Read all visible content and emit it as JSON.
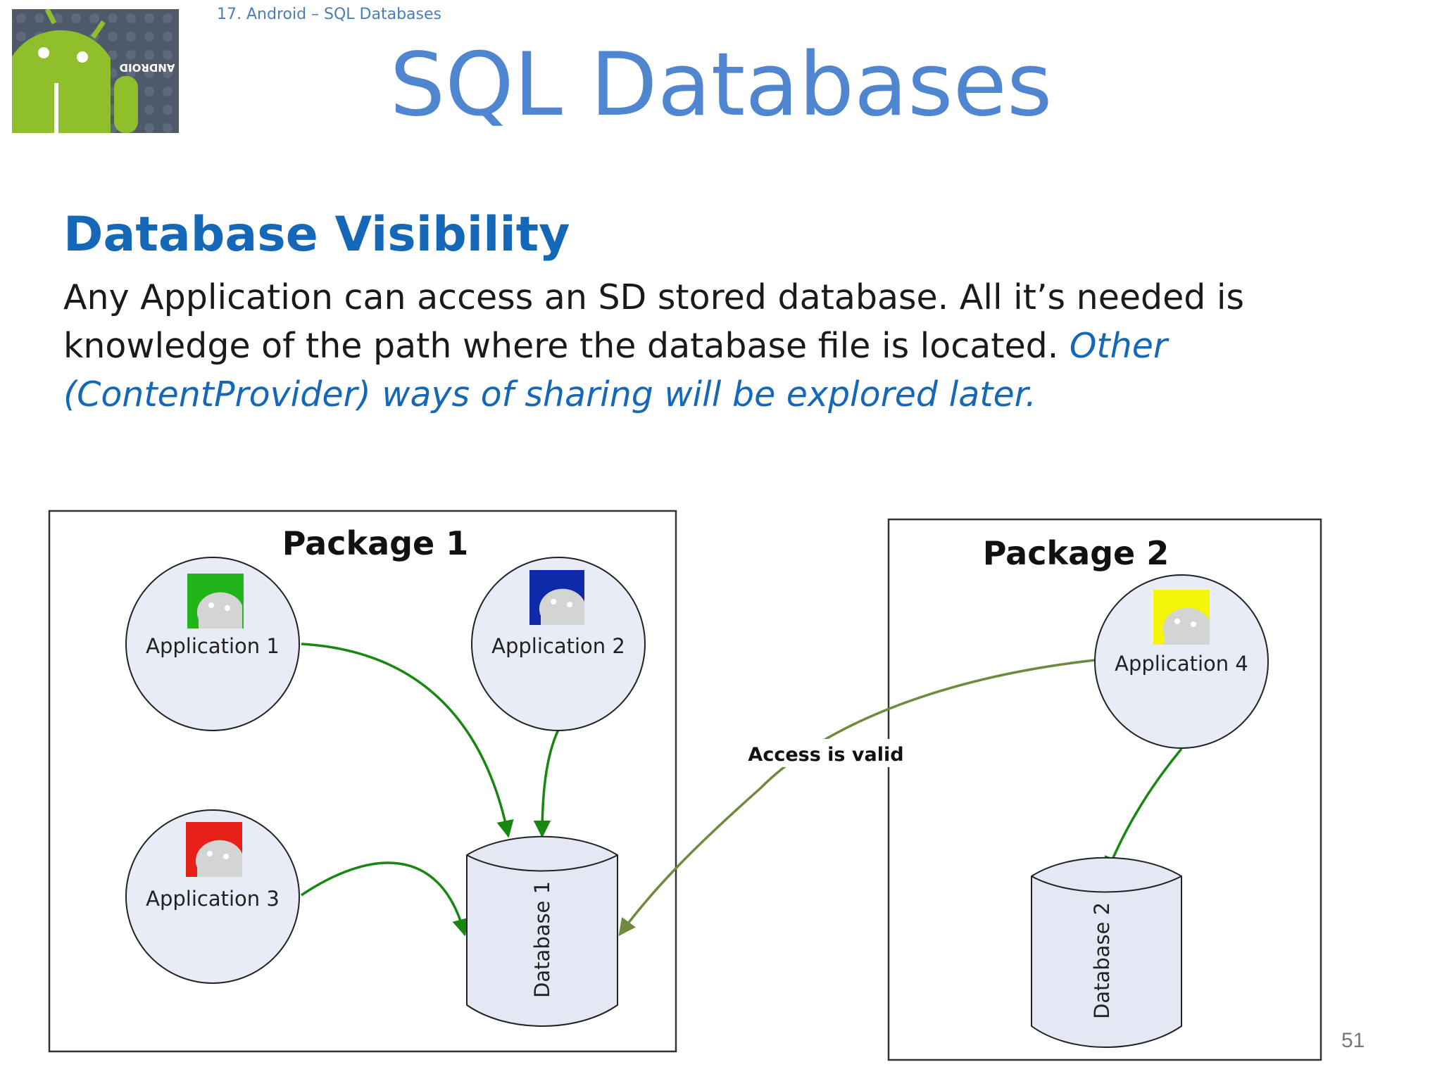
{
  "header": {
    "breadcrumb": "17. Android – SQL Databases",
    "title": "SQL Databases",
    "logo_text": "ANDROID"
  },
  "content": {
    "heading": "Database Visibility",
    "body_plain": "Any Application can access an SD stored database. All it’s needed is knowledge of the path where the database file is located. ",
    "body_emphasis": "Other (ContentProvider) ways of sharing will be explored later."
  },
  "diagram": {
    "packages": [
      {
        "label": "Package 1"
      },
      {
        "label": "Package 2"
      }
    ],
    "applications": [
      {
        "label": "Application 1",
        "icon_color": "#22b41b"
      },
      {
        "label": "Application 2",
        "icon_color": "#0f2aa8"
      },
      {
        "label": "Application 3",
        "icon_color": "#e8201a"
      },
      {
        "label": "Application 4",
        "icon_color": "#f5f50a"
      }
    ],
    "databases": [
      {
        "label": "Database 1"
      },
      {
        "label": "Database 2"
      }
    ],
    "access_label": "Access is valid"
  },
  "footer": {
    "slide_number": "51"
  },
  "colors": {
    "title": "#4f86cf",
    "heading": "#1568b8",
    "arrow_green": "#17870f",
    "arrow_olive": "#6e8a3c",
    "node_fill": "#e8ecf6"
  }
}
